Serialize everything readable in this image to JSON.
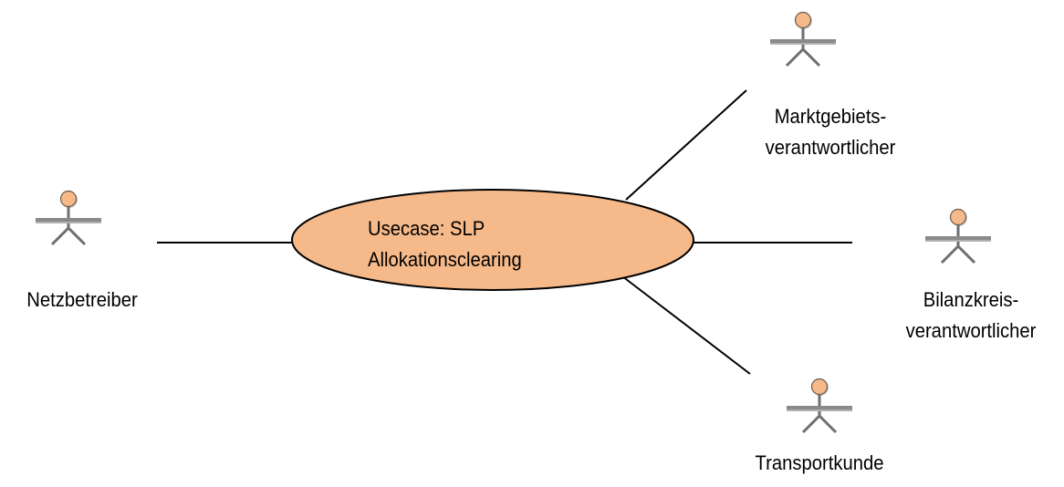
{
  "usecase": {
    "line1": "Usecase: SLP",
    "line2": "Allokationsclearing"
  },
  "actors": {
    "netzbetreiber": {
      "label": "Netzbetreiber"
    },
    "marktgebiets": {
      "line1": "Marktgebiets-",
      "line2": "verantwortlicher"
    },
    "bilanzkreis": {
      "line1": "Bilanzkreis-",
      "line2": "verantwortlicher"
    },
    "transportkunde": {
      "label": "Transportkunde"
    }
  },
  "colors": {
    "ellipse_fill": "#f6b98a",
    "actor_head": "#f6b98a",
    "actor_body": "#707070",
    "line": "#000000"
  }
}
